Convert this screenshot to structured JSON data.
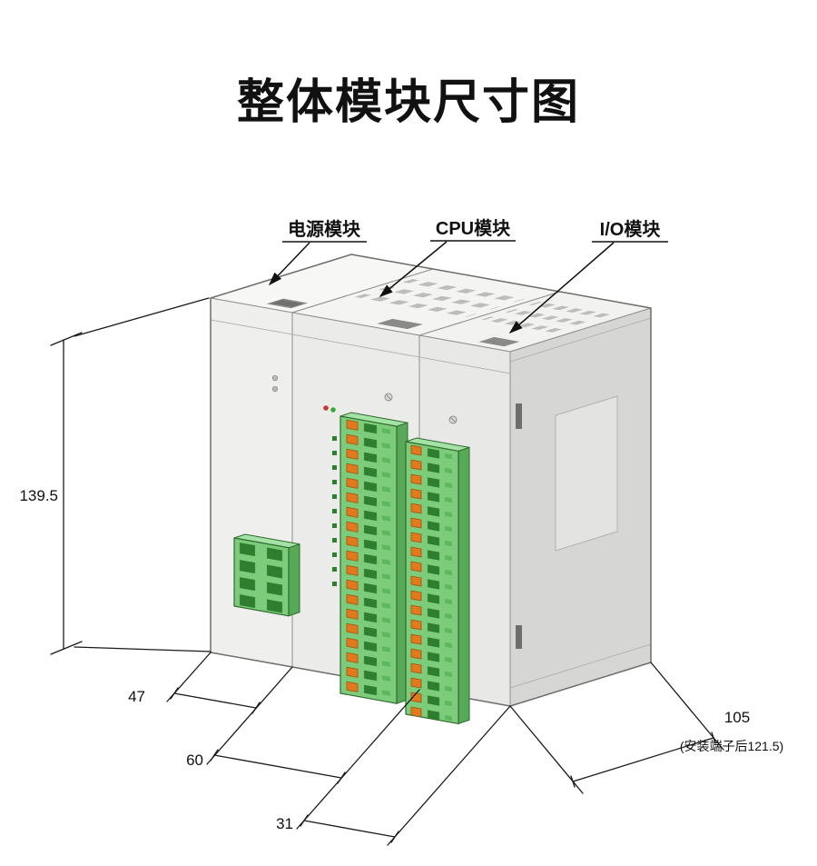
{
  "title": "整体模块尺寸图",
  "modules": {
    "power": {
      "label": "电源模块"
    },
    "cpu": {
      "label": "CPU模块"
    },
    "io": {
      "label": "I/O模块"
    }
  },
  "dimensions": {
    "height": "139.5",
    "width_power": "47",
    "width_cpu": "60",
    "width_io": "31",
    "depth": "105",
    "depth_note": "(安装端子后121.5)"
  },
  "colors": {
    "line": "#1a1a1a",
    "module_face": "#ececea",
    "module_top": "#f5f5f3",
    "module_side": "#d6d6d4",
    "terminal_green": "#7ccc7c",
    "terminal_green_light": "#a5e2a5",
    "terminal_green_dark": "#57a857",
    "terminal_hole": "#2f7d2f",
    "clamp_orange": "#e2791c"
  }
}
